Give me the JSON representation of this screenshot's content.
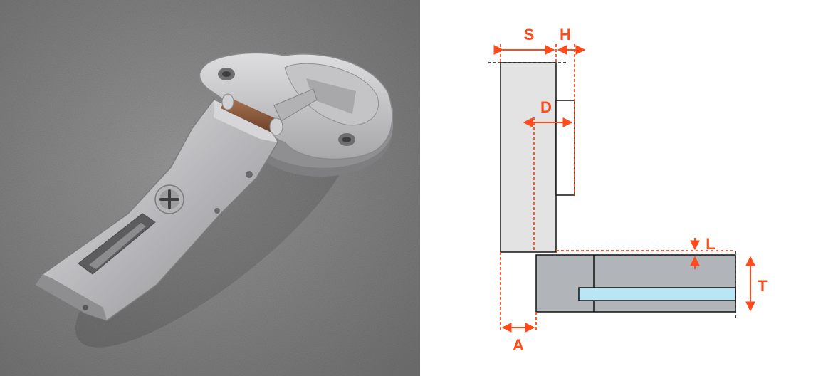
{
  "photo": {
    "subject": "concealed-cabinet-hinge",
    "background_color": "#8a8a8a",
    "metal_color": "#c9c9cb",
    "pivot_color": "#8a5a3c"
  },
  "diagram": {
    "accent_color": "#ff4a1c",
    "labels": {
      "s": "S",
      "h": "H",
      "d": "D",
      "l": "L",
      "t": "T",
      "a": "A"
    }
  }
}
